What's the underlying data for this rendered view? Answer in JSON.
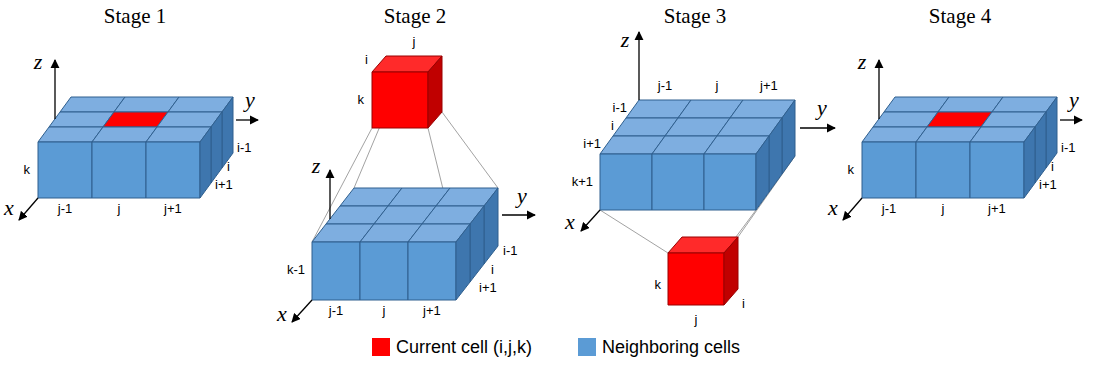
{
  "diagram": {
    "labels": [
      "Stage 1",
      "z",
      "y",
      "x",
      "k",
      "j-1",
      "j",
      "j+1",
      "i-1",
      "i",
      "i+1",
      "Stage 2",
      "j",
      "i",
      "k",
      "z",
      "y",
      "x",
      "k-1",
      "j-1",
      "j",
      "j+1",
      "i-1",
      "i",
      "i+1",
      "Stage 3",
      "z",
      "j-1",
      "j",
      "j+1",
      "i-1",
      "i",
      "i+1",
      "y",
      "k+1",
      "x",
      "k",
      "j",
      "i",
      "Stage 4",
      "z",
      "y",
      "x",
      "k",
      "j-1",
      "j",
      "j+1",
      "i-1",
      "i",
      "i+1"
    ],
    "legend": [
      {
        "text": "Current cell (i,j,k)",
        "color": "#ff0000"
      },
      {
        "text": "Neighboring cells",
        "color": "#5b9bd5"
      }
    ]
  }
}
